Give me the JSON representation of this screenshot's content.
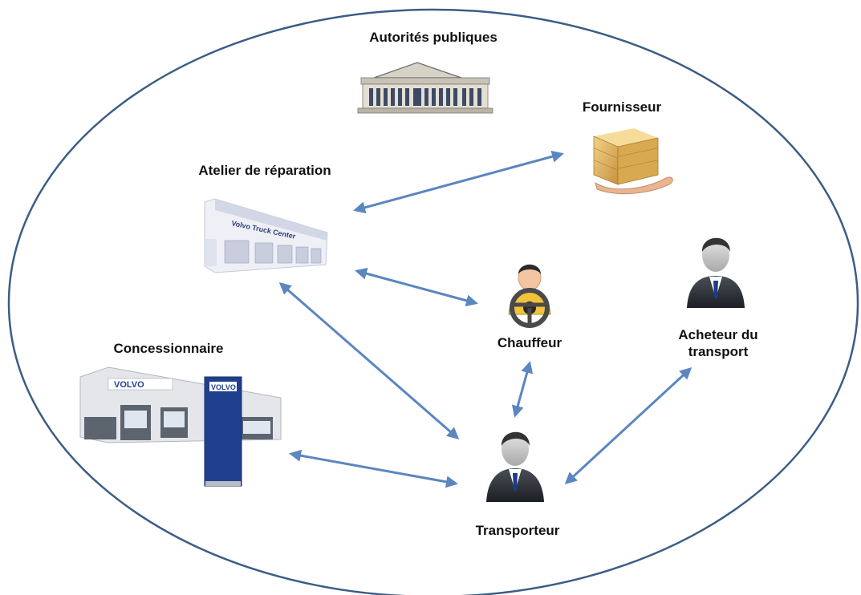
{
  "nodes": {
    "autorites": {
      "label": "Autorités publiques",
      "icon": "government-building-icon"
    },
    "fournisseur": {
      "label": "Fournisseur",
      "icon": "box-in-hand-icon"
    },
    "atelier": {
      "label": "Atelier de réparation",
      "icon": "truck-workshop-icon",
      "sign": "Volvo Truck Center"
    },
    "chauffeur": {
      "label": "Chauffeur",
      "icon": "driver-steering-wheel-icon"
    },
    "acheteur": {
      "label_line1": "Acheteur du",
      "label_line2": "transport",
      "icon": "businessman-icon"
    },
    "concessionnaire": {
      "label": "Concessionnaire",
      "icon": "truck-dealership-icon",
      "brand": "VOLVO"
    },
    "transporteur": {
      "label": "Transporteur",
      "icon": "businessman-icon"
    }
  },
  "colors": {
    "ellipse": "#3b5d86",
    "arrow": "#5b86c0",
    "brand": "#1f3f8f"
  }
}
